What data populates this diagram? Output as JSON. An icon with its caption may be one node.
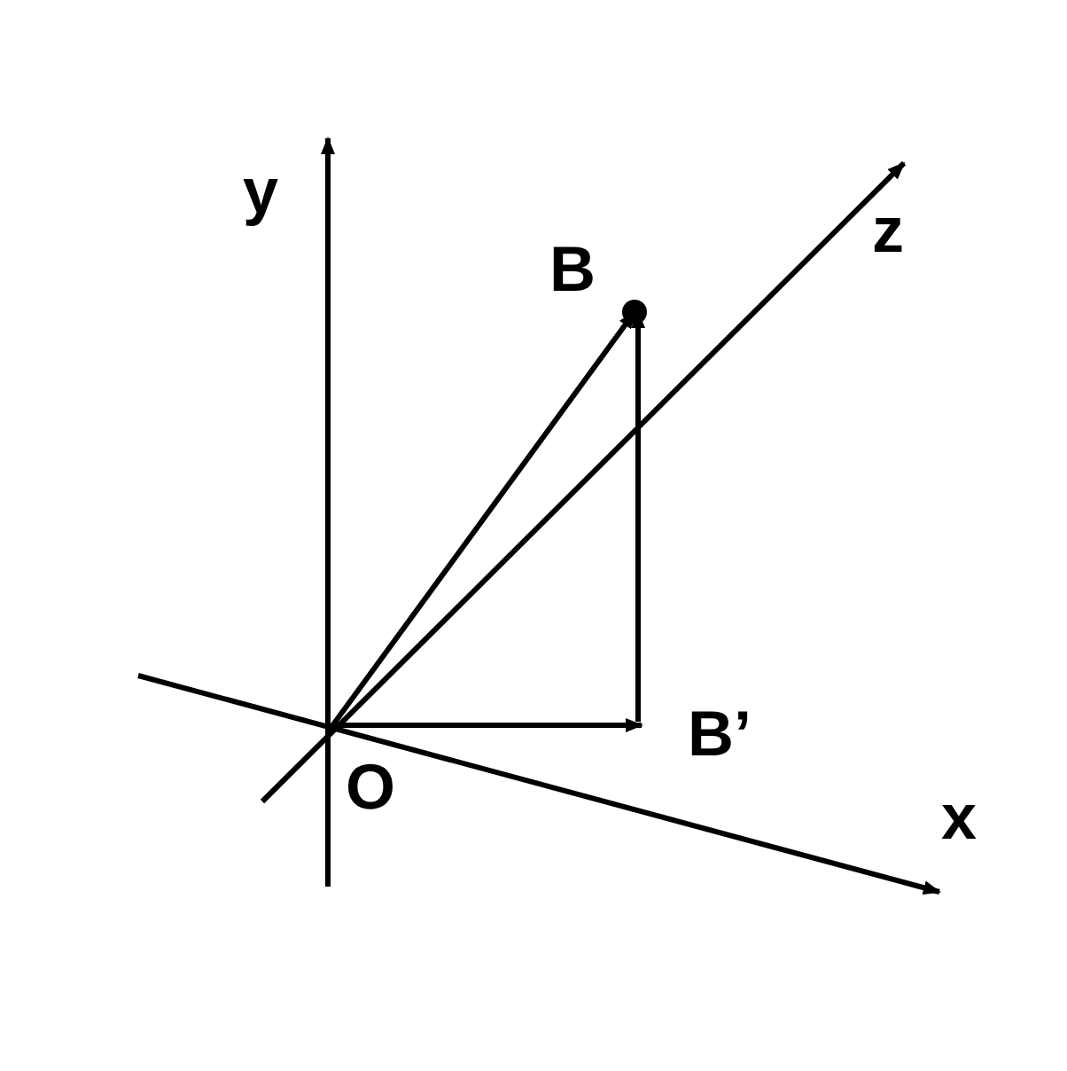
{
  "diagram": {
    "nodes": [
      {
        "text": [
          "O"
        ]
      },
      {
        "text": [
          "B"
        ]
      },
      {
        "text": [
          "B’"
        ]
      }
    ],
    "edges": [
      {
        "from": 0,
        "to": 1,
        "arrow": "to"
      },
      {
        "from": 0,
        "to": 2,
        "arrow": "to"
      },
      {
        "from": 2,
        "to": 1,
        "arrow": "to"
      }
    ],
    "labels": [
      "y",
      "z",
      "x"
    ]
  }
}
